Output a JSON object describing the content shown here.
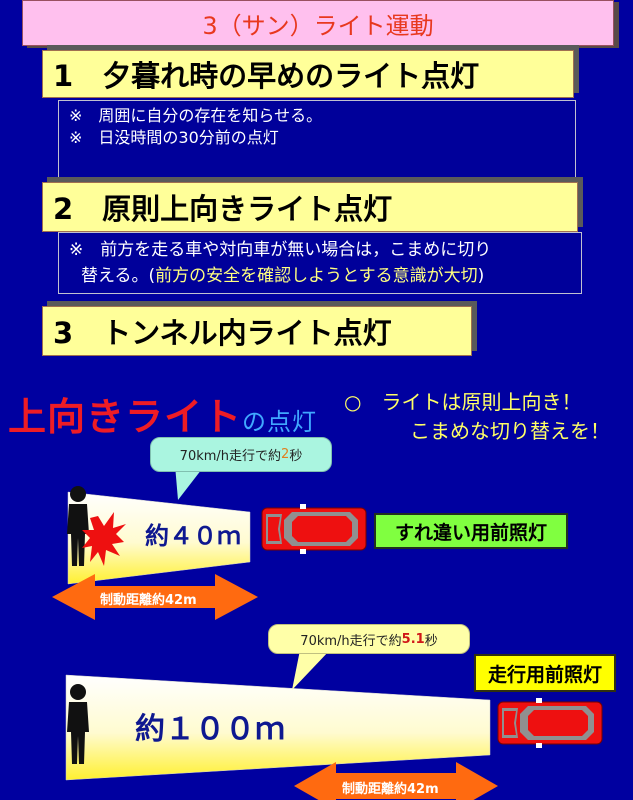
{
  "title": "3（サン）ライト運動",
  "sections": [
    {
      "heading": "1　夕暮れ時の早めのライト点灯",
      "notes": [
        "※　周囲に自分の存在を知らせる。",
        "※　日没時間の30分前の点灯"
      ]
    },
    {
      "heading": "2　原則上向きライト点灯",
      "note_line1": "※　前方を走る車や対向車が無い場合は，こまめに切り",
      "note_line2_prefix": "替える。(",
      "note_line2_highlight": "前方の安全を確認しようとする意識が大切",
      "note_line2_suffix": ")"
    },
    {
      "heading": "3　トンネル内ライト点灯"
    }
  ],
  "diagram": {
    "title_main": "上向きライト",
    "title_sub": "の点灯",
    "advice_line1": "○　ライトは原則上向き！",
    "advice_line2": "こまめな切り替えを！",
    "low_beam": {
      "bubble_prefix": "70km/h走行で約",
      "bubble_value": "2",
      "bubble_suffix": "秒",
      "distance": "約４０ｍ",
      "label": "すれ違い用前照灯",
      "braking": "制動距離約42m"
    },
    "high_beam": {
      "bubble_prefix": "70km/h走行で約",
      "bubble_value": "5.1",
      "bubble_suffix": "秒",
      "distance": "約１００ｍ",
      "label": "走行用前照灯",
      "braking": "制動距離約42m"
    },
    "colors": {
      "background": "#0000a0",
      "title_pink": "#ffc0ee",
      "title_red": "#e8381e",
      "heading_yellow": "#ffff99",
      "accent_red": "#ee1c25",
      "accent_blue": "#40a8ff",
      "advice_yellow": "#ffff66",
      "arrow_orange": "#ff6a10",
      "tag_green": "#80ff40",
      "tag_yellow": "#ffff00"
    }
  }
}
